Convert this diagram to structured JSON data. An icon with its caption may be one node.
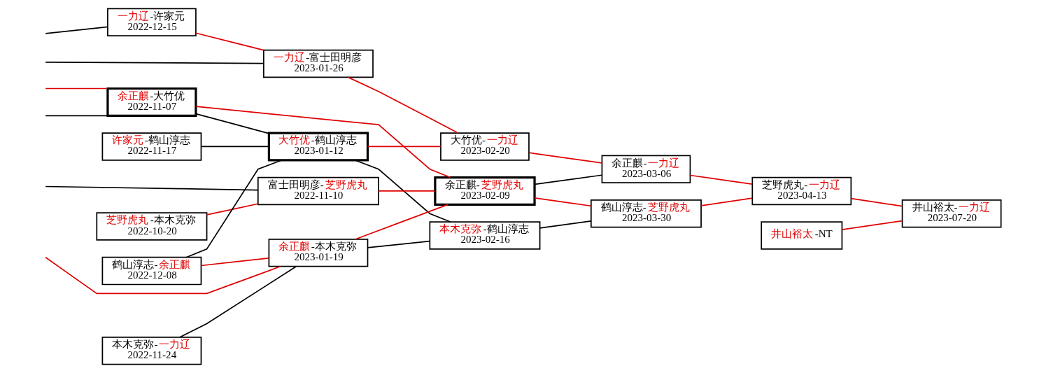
{
  "diagram": {
    "nodes": [
      {
        "text": [
          "一力辽-许家元",
          "2022-12-15"
        ]
      },
      {
        "text": [
          "余正麒-大竹优",
          "2022-11-07"
        ]
      },
      {
        "text": [
          "许家元-鹤山淳志",
          "2022-11-17"
        ]
      },
      {
        "text": [
          "芝野虎丸-本木克弥",
          "2022-10-20"
        ]
      },
      {
        "text": [
          "鹤山淳志-余正麒",
          "2022-12-08"
        ]
      },
      {
        "text": [
          "本木克弥-一力辽",
          "2022-11-24"
        ]
      },
      {
        "text": [
          "一力辽-富士田明彦",
          "2023-01-26"
        ]
      },
      {
        "text": [
          "大竹优-鹤山淳志",
          "2023-01-12"
        ]
      },
      {
        "text": [
          "富士田明彦-芝野虎丸",
          "2022-11-10"
        ]
      },
      {
        "text": [
          "余正麒-本木克弥",
          "2023-01-19"
        ]
      },
      {
        "text": [
          "大竹优-一力辽",
          "2023-02-20"
        ]
      },
      {
        "text": [
          "余正麒-芝野虎丸",
          "2023-02-09"
        ]
      },
      {
        "text": [
          "本木克弥-鹤山淳志",
          "2023-02-16"
        ]
      },
      {
        "text": [
          "余正麒-一力辽",
          "2023-03-06"
        ]
      },
      {
        "text": [
          "鹤山淳志-芝野虎丸",
          "2023-03-30"
        ]
      },
      {
        "text": [
          "芝野虎丸-一力辽",
          "2023-04-13"
        ]
      },
      {
        "text": [
          "井山裕太-NT"
        ]
      },
      {
        "text": [
          "井山裕太-一力辽",
          "2023-07-20"
        ]
      }
    ],
    "edges": [
      {
        "from": null,
        "to": 0,
        "arrow": "none",
        "color": "#000000"
      },
      {
        "from": 0,
        "to": 6,
        "arrow": "none"
      },
      {
        "from": null,
        "to": 6,
        "arrow": "none",
        "color": "#000000"
      },
      {
        "from": null,
        "to": 1,
        "arrow": "none",
        "color": "#000000"
      },
      {
        "from": null,
        "to": 1,
        "arrow": "none"
      },
      {
        "from": null,
        "to": 8,
        "arrow": "none",
        "color": "#000000"
      },
      {
        "from": null,
        "to": 9,
        "arrow": "none"
      },
      {
        "from": 1,
        "to": 7,
        "arrow": "none",
        "color": "#000000"
      },
      {
        "from": 1,
        "to": 11,
        "arrow": "none"
      },
      {
        "from": 2,
        "to": 7,
        "arrow": "none",
        "color": "#000000"
      },
      {
        "from": 3,
        "to": 8,
        "arrow": "none"
      },
      {
        "from": 4,
        "to": 7,
        "arrow": "none",
        "color": "#000000"
      },
      {
        "from": 4,
        "to": 9,
        "arrow": "none"
      },
      {
        "from": 5,
        "to": 9,
        "arrow": "none",
        "color": "#000000"
      },
      {
        "from": 6,
        "to": 10,
        "arrow": "none"
      },
      {
        "from": 7,
        "to": 10,
        "arrow": "none"
      },
      {
        "from": 7,
        "to": 12,
        "arrow": "none",
        "color": "#000000"
      },
      {
        "from": 8,
        "to": 11,
        "arrow": "none"
      },
      {
        "from": 9,
        "to": 11,
        "arrow": "none"
      },
      {
        "from": 9,
        "to": 12,
        "arrow": "none",
        "color": "#000000"
      },
      {
        "from": 10,
        "to": 13,
        "arrow": "none"
      },
      {
        "from": 11,
        "to": 13,
        "arrow": "none",
        "color": "#000000"
      },
      {
        "from": 11,
        "to": 14,
        "arrow": "none"
      },
      {
        "from": 12,
        "to": 14,
        "arrow": "none",
        "color": "#000000"
      },
      {
        "from": 13,
        "to": 15,
        "arrow": "none"
      },
      {
        "from": 14,
        "to": 15,
        "arrow": "none"
      },
      {
        "from": 15,
        "to": 17,
        "arrow": "none"
      },
      {
        "from": 16,
        "to": 17,
        "arrow": "none"
      }
    ]
  }
}
